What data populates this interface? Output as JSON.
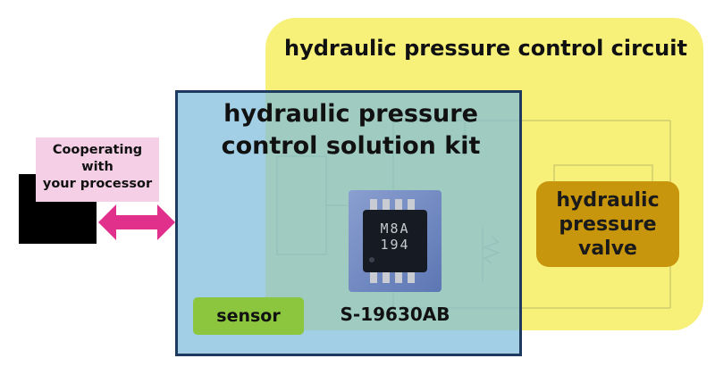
{
  "colors": {
    "circuit_background": "#f7f17a",
    "kit_background": "#7ebcdc",
    "kit_border": "#1e3a5f",
    "valve": "#c8960c",
    "sensor": "#8cc63f",
    "processor_label_background": "#f5cfe6",
    "link_arrow": "#e0308c"
  },
  "circuit": {
    "title": "hydraulic pressure control circuit",
    "valve_label": "hydraulic\npressure\nvalve"
  },
  "kit": {
    "title": "hydraulic pressure\ncontrol solution kit",
    "sensor_label": "sensor",
    "part_number": "S-19630AB",
    "chip_marking_line1": "M8A",
    "chip_marking_line2": "194"
  },
  "processor": {
    "label": "Cooperating\nwith\nyour processor"
  },
  "icons": {
    "link": "double-arrow-icon",
    "chip": "ic-chip-icon"
  }
}
